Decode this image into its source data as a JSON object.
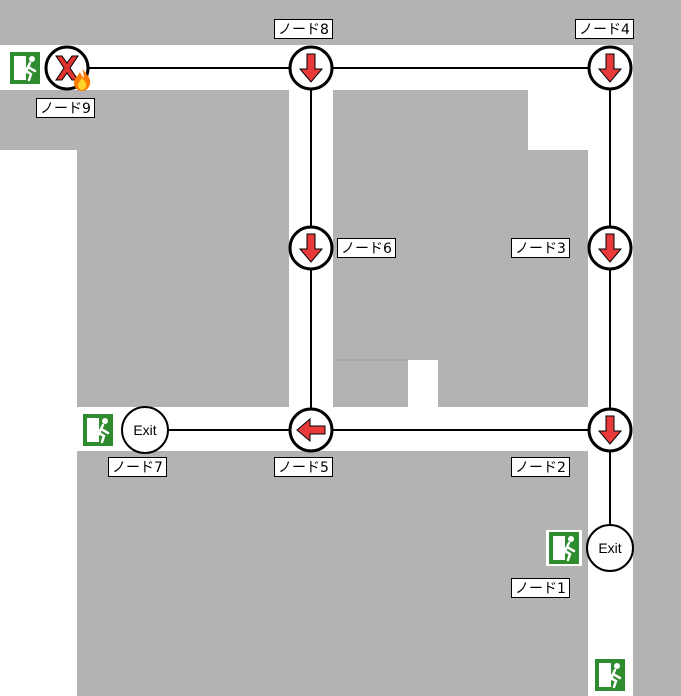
{
  "node_labels": {
    "n1": "ノード1",
    "n2": "ノード2",
    "n3": "ノード3",
    "n4": "ノード4",
    "n5": "ノード5",
    "n6": "ノード6",
    "n7": "ノード7",
    "n8": "ノード8",
    "n9": "ノード9"
  },
  "nodes": [
    {
      "id": "n1",
      "state": "exit",
      "text": "Exit"
    },
    {
      "id": "n2",
      "state": "arrow",
      "direction": "down"
    },
    {
      "id": "n3",
      "state": "arrow",
      "direction": "down"
    },
    {
      "id": "n4",
      "state": "arrow",
      "direction": "down"
    },
    {
      "id": "n5",
      "state": "arrow",
      "direction": "left"
    },
    {
      "id": "n6",
      "state": "arrow",
      "direction": "down"
    },
    {
      "id": "n7",
      "state": "exit",
      "text": "Exit"
    },
    {
      "id": "n8",
      "state": "arrow",
      "direction": "down"
    },
    {
      "id": "n9",
      "state": "blocked-fire"
    }
  ],
  "edges": [
    [
      "n9",
      "n8"
    ],
    [
      "n8",
      "n4"
    ],
    [
      "n8",
      "n6"
    ],
    [
      "n6",
      "n5"
    ],
    [
      "n4",
      "n3"
    ],
    [
      "n3",
      "n2"
    ],
    [
      "n2",
      "n1"
    ],
    [
      "n5",
      "n2"
    ],
    [
      "n7",
      "n5"
    ]
  ],
  "colors": {
    "room": "#b3b3b3",
    "corridor": "#ffffff",
    "arrow": "#e83a3a",
    "blocked_x": "#e0322f",
    "exit_sign": "#2e8b2e",
    "line": "#000000"
  },
  "icons": [
    "emergency-exit-sign-icon",
    "down-arrow-icon",
    "left-arrow-icon",
    "fire-icon",
    "x-mark-icon"
  ]
}
